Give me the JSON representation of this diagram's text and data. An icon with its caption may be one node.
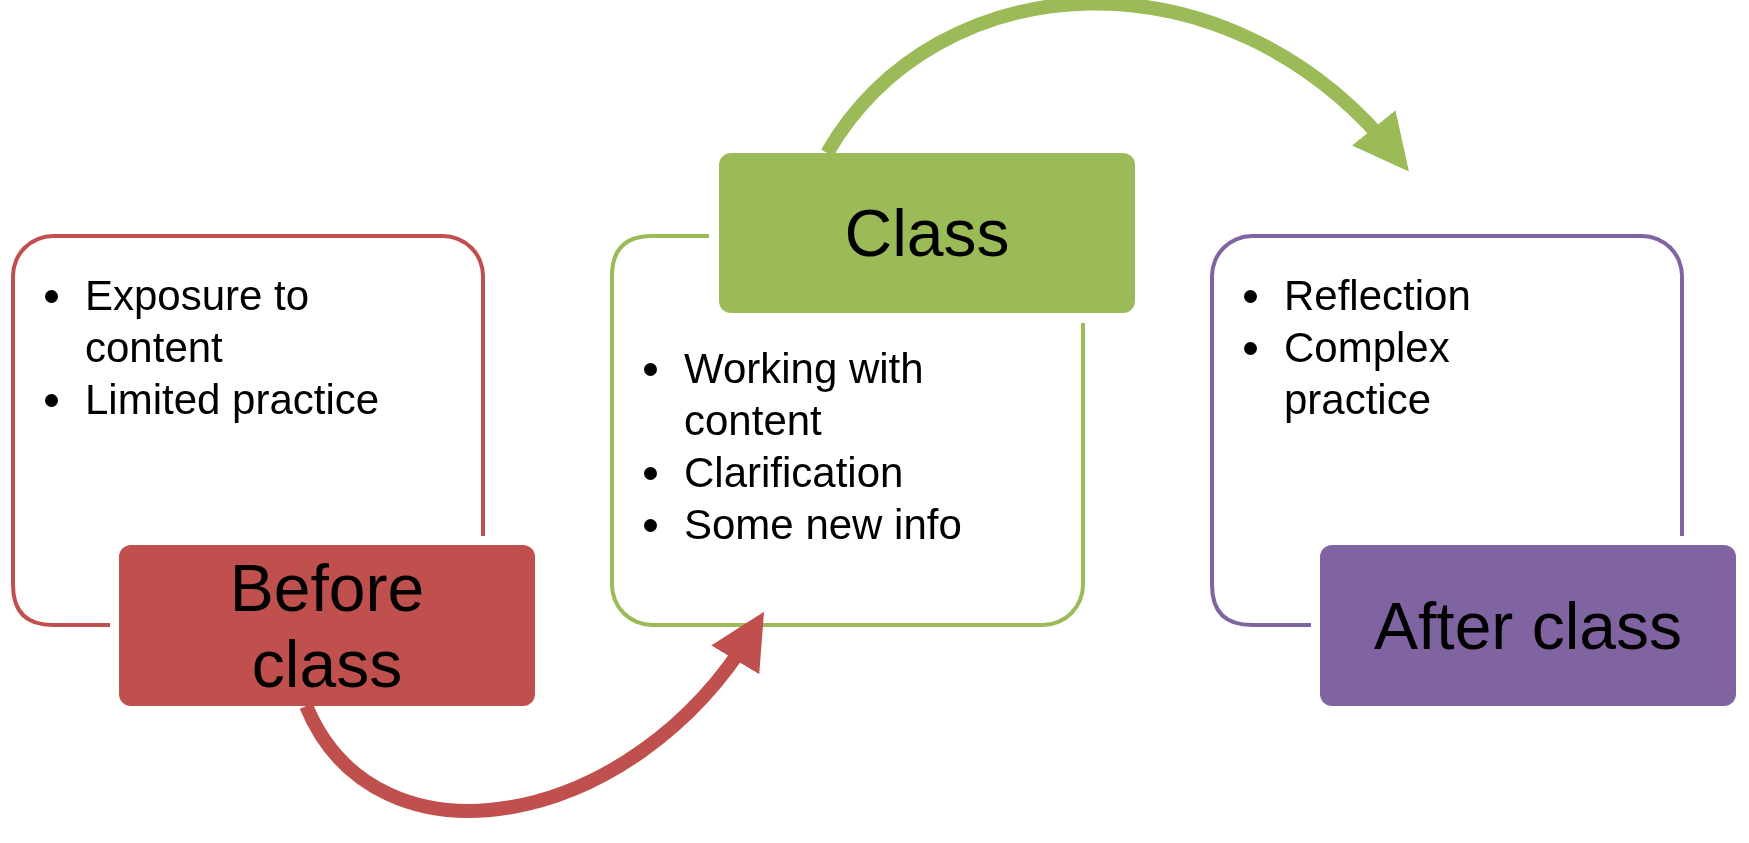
{
  "diagram": {
    "nodes": [
      {
        "text": [
          "Exposure to content",
          "Limited practice"
        ]
      },
      {
        "text": [
          "Before class"
        ]
      },
      {
        "text": [
          "Working with content",
          "Clarification",
          "Some new info"
        ]
      },
      {
        "text": [
          "Class"
        ]
      },
      {
        "text": [
          "Reflection",
          "Complex practice"
        ]
      },
      {
        "text": [
          "After class"
        ]
      }
    ],
    "edges": [
      {
        "from": 1,
        "to": 2,
        "arrow": "to",
        "color": "#c0504d"
      },
      {
        "from": 3,
        "to": 4,
        "arrow": "to",
        "color": "#9bbb59"
      }
    ]
  }
}
